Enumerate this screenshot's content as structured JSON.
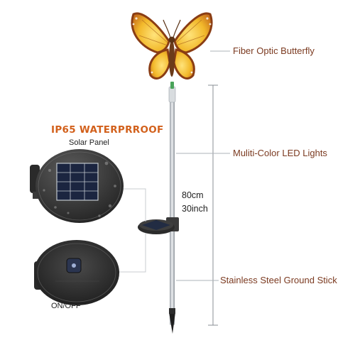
{
  "callouts": {
    "butterfly": "Fiber Optic Butterfly",
    "led_lights": "Muliti-Color LED Lights",
    "ground_stick": "Stainless Steel Ground Stick"
  },
  "solar_panel": {
    "rating": "IP65 WATERPRROOF",
    "label": "Solar Panel"
  },
  "switch": {
    "label": "ON/OFF"
  },
  "dimensions": {
    "metric": "80cm",
    "imperial": "30inch"
  },
  "colors": {
    "callout_text": "#7b3a20",
    "rating_text": "#d2601b",
    "butterfly_wing": "#f2b92b",
    "butterfly_edge": "#8a3d14",
    "stake": "#b9c0c6",
    "leader_line": "#aeb3b8"
  }
}
